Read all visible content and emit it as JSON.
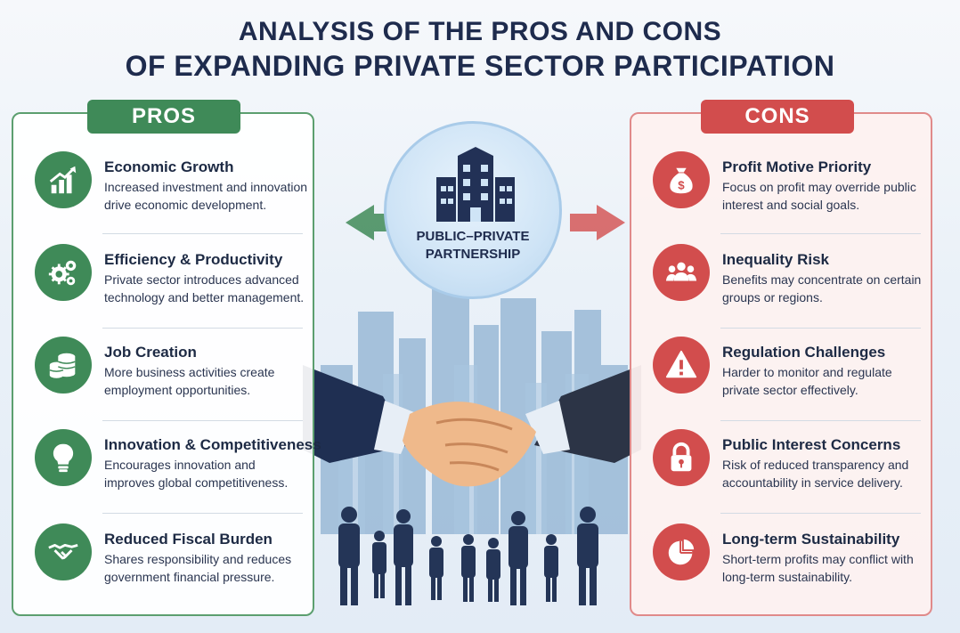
{
  "title": {
    "line1": "ANALYSIS OF THE PROS AND CONS",
    "line2": "OF EXPANDING PRIVATE SECTOR PARTICIPATION"
  },
  "center": {
    "line1": "PUBLIC–PRIVATE",
    "line2": "PARTNERSHIP"
  },
  "pros": {
    "label": "PROS",
    "color": "#3f8a58",
    "items": [
      {
        "title": "Economic Growth",
        "desc": "Increased investment and innovation drive economic development.",
        "icon": "growth-chart-icon"
      },
      {
        "title": "Efficiency & Productivity",
        "desc": "Private sector introduces advanced technology and better management.",
        "icon": "gears-icon"
      },
      {
        "title": "Job Creation",
        "desc": "More business activities create employment opportunities.",
        "icon": "coins-icon"
      },
      {
        "title": "Innovation & Competitiveness",
        "desc": "Encourages innovation and improves global competitiveness.",
        "icon": "lightbulb-icon"
      },
      {
        "title": "Reduced Fiscal Burden",
        "desc": "Shares responsibility and reduces government financial pressure.",
        "icon": "handshake-icon"
      }
    ]
  },
  "cons": {
    "label": "CONS",
    "color": "#d24d4d",
    "items": [
      {
        "title": "Profit Motive Priority",
        "desc": "Focus on profit may override public interest and social goals.",
        "icon": "money-bag-icon"
      },
      {
        "title": "Inequality Risk",
        "desc": "Benefits may concentrate on certain groups or regions.",
        "icon": "people-group-icon"
      },
      {
        "title": "Regulation Challenges",
        "desc": "Harder to monitor and regulate private sector effectively.",
        "icon": "warning-icon"
      },
      {
        "title": "Public Interest Concerns",
        "desc": "Risk of reduced transparency and accountability in service delivery.",
        "icon": "lock-icon"
      },
      {
        "title": "Long-term Sustainability",
        "desc": "Short-term profits may conflict with long-term sustainability.",
        "icon": "pie-chart-icon"
      }
    ]
  }
}
